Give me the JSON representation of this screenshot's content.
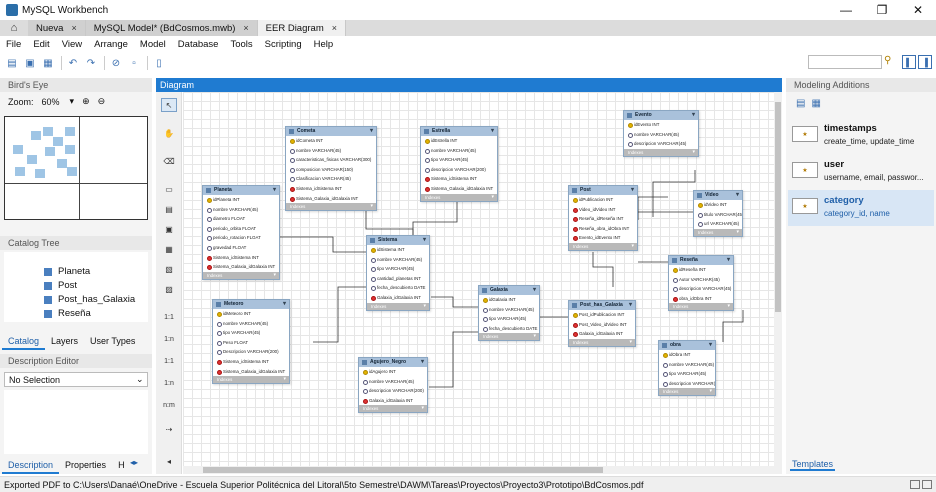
{
  "window": {
    "title": "MySQL Workbench",
    "min": "—",
    "max": "❐",
    "close": "✕"
  },
  "tabs": [
    {
      "label": "Nueva",
      "close": "×"
    },
    {
      "label": "MySQL Model* (BdCosmos.mwb)",
      "close": "×"
    },
    {
      "label": "EER Diagram",
      "close": "×"
    }
  ],
  "menu": [
    "File",
    "Edit",
    "View",
    "Arrange",
    "Model",
    "Database",
    "Tools",
    "Scripting",
    "Help"
  ],
  "birds_eye": {
    "title": "Bird's Eye",
    "zoom_label": "Zoom:",
    "zoom_value": "60%"
  },
  "catalog_tree": {
    "title": "Catalog Tree",
    "items": [
      "Planeta",
      "Post",
      "Post_has_Galaxia",
      "Reseña"
    ]
  },
  "left_tabs": [
    "Catalog",
    "Layers",
    "User Types"
  ],
  "description_editor": {
    "title": "Description Editor",
    "value": "No Selection"
  },
  "bottom_left_tabs": [
    "Description",
    "Properties",
    "H"
  ],
  "diagram_title": "Diagram",
  "palette": {
    "r1": "1:1",
    "r2": "1:n",
    "r3": "1:1",
    "r4": "1:n",
    "r5": "n:m"
  },
  "entities": {
    "cometa": {
      "name": "Cometa",
      "rows": [
        "idCometa INT",
        "nombre VARCHAR(45)",
        "caracteristicas_fisicas VARCHAR(300)",
        "composicion VARCHAR(150)",
        "Clasificacion VARCHAR(45)",
        "Sistema_idSistema INT",
        "Sistema_Galaxia_idGalaxia INT"
      ],
      "footer": "Indexes"
    },
    "estrella": {
      "name": "Estrella",
      "rows": [
        "idEstrella INT",
        "nombre VARCHAR(45)",
        "tipo VARCHAR(45)",
        "descripcion VARCHAR(200)",
        "Sistema_idSistema INT",
        "Sistema_Galaxia_idGalaxia INT"
      ],
      "footer": "Indexes"
    },
    "evento": {
      "name": "Evento",
      "rows": [
        "idEvento INT",
        "nombre VARCHAR(45)",
        "descripcion VARCHAR(45)"
      ],
      "footer": "Indexes"
    },
    "planeta": {
      "name": "Planeta",
      "rows": [
        "idPlaneta INT",
        "nombre VARCHAR(45)",
        "diametro FLOAT",
        "periodo_orbita FLOAT",
        "periodo_rotacion FLOAT",
        "gravedad FLOAT",
        "Sistema_idSistema INT",
        "Sistema_Galaxia_idGalaxia INT"
      ],
      "footer": "Indexes"
    },
    "sistema": {
      "name": "Sistema",
      "rows": [
        "idSistema INT",
        "nombre VARCHAR(45)",
        "tipo VARCHAR(45)",
        "cantidad_planetas INT",
        "fecha_descubierto DATE",
        "Galaxia_idGalaxia INT"
      ],
      "footer": "Indexes"
    },
    "post": {
      "name": "Post",
      "rows": [
        "idPublicacion INT",
        "Video_idVideo INT",
        "Reseña_idReseña INT",
        "Reseña_obra_idObra INT",
        "Evento_idEvento INT"
      ],
      "footer": "Indexes"
    },
    "video": {
      "name": "Video",
      "rows": [
        "idVideo INT",
        "titulo VARCHAR(45)",
        "url VARCHAR(45)"
      ],
      "footer": "Indexes"
    },
    "resena": {
      "name": "Reseña",
      "rows": [
        "idReseña INT",
        "Autor VARCHAR(45)",
        "descripcion VARCHAR(45)",
        "obra_idObra INT"
      ],
      "footer": "Indexes"
    },
    "galaxia": {
      "name": "Galaxia",
      "rows": [
        "idGalaxia INT",
        "nombre VARCHAR(45)",
        "tipo VARCHAR(45)",
        "fecha_descubierto DATE"
      ],
      "footer": "Indexes"
    },
    "post_galaxia": {
      "name": "Post_has_Galaxia",
      "rows": [
        "Post_idPublicacion INT",
        "Post_Video_idVideo INT",
        "Galaxia_idGalaxia INT"
      ],
      "footer": "Indexes"
    },
    "meteoro": {
      "name": "Meteoro",
      "rows": [
        "idMeteoro INT",
        "nombre VARCHAR(45)",
        "tipo VARCHAR(45)",
        "Peso FLOAT",
        "Descripcion VARCHAR(200)",
        "Sistema_idSistema INT",
        "Sistema_Galaxia_idGalaxia INT"
      ],
      "footer": "Indexes"
    },
    "agujero": {
      "name": "Agujero_Negro",
      "rows": [
        "idAgujero INT",
        "nombre VARCHAR(45)",
        "descripcion VARCHAR(200)",
        "Galaxia_idGalaxia INT"
      ],
      "footer": "Indexes"
    },
    "obra": {
      "name": "obra",
      "rows": [
        "idObra INT",
        "nombre VARCHAR(45)",
        "tipo VARCHAR(45)",
        "descripcion VARCHAR(45)"
      ],
      "footer": "Indexes"
    }
  },
  "modeling_additions": {
    "title": "Modeling Additions",
    "templates": [
      {
        "name": "timestamps",
        "desc": "create_time, update_time"
      },
      {
        "name": "user",
        "desc": "username, email, passwor..."
      },
      {
        "name": "category",
        "desc": "category_id, name"
      }
    ],
    "tab": "Templates"
  },
  "status": "Exported PDF to C:\\Users\\Danaé\\OneDrive - Escuela Superior Politécnica del Litoral\\5to Semestre\\DAWM\\Tareas\\Proyectos\\Proyecto3\\Prototipo\\BdCosmos.pdf"
}
